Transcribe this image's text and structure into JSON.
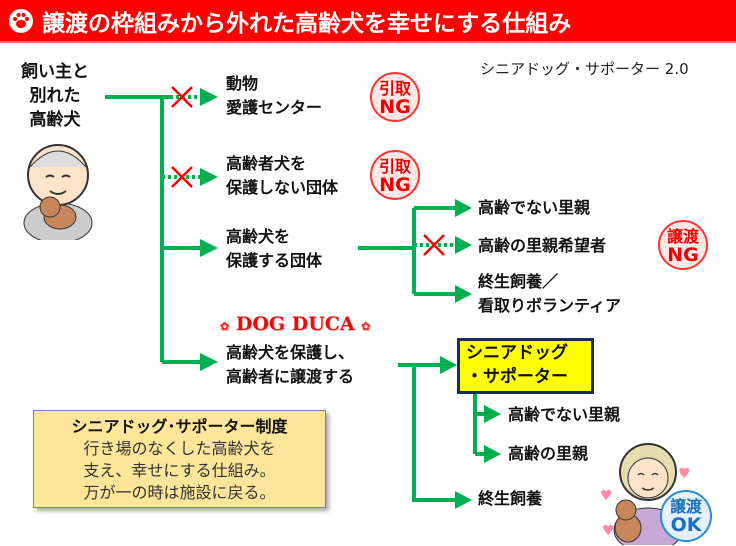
{
  "header": {
    "title": "譲渡の枠組みから外れた高齢犬を幸せにする仕組み",
    "icon": "paw-icon"
  },
  "version_label": "シニアドッグ・サポーター 2.0",
  "source": [
    "飼い主と",
    "別れた",
    "高齢犬"
  ],
  "branches": [
    {
      "lines": [
        "動物",
        "愛護センター"
      ],
      "badge": [
        "引取",
        "NG"
      ]
    },
    {
      "lines": [
        "高齢者犬を",
        "保護しない団体"
      ],
      "badge": [
        "引取",
        "NG"
      ]
    },
    {
      "lines": [
        "高齢犬を",
        "保護する団体"
      ]
    },
    {
      "lines": [
        "高齢犬を保護し、",
        "高齢者に譲渡する"
      ]
    }
  ],
  "group_outcomes": [
    "高齢でない里親",
    "高齢の里親希望者",
    "終生飼養／",
    "看取りボランティア"
  ],
  "group_badge": [
    "譲渡",
    "NG"
  ],
  "duca_label": "DOG DUCA",
  "supporter_box": [
    "シニアドッグ",
    "・サポーター"
  ],
  "supporter_outcomes": [
    "高齢でない里親",
    "高齢の里親"
  ],
  "duca_final": "終生飼養",
  "ok_badge": [
    "譲渡",
    "OK"
  ],
  "info": {
    "title": "シニアドッグ･サポーター制度",
    "lines": [
      "行き場のなくした高齢犬を",
      "支え、幸せにする仕組み。",
      "万が一の時は施設に戻る。"
    ]
  },
  "colors": {
    "header": "#ff0000",
    "arrow": "#00b050",
    "ng": "#ff0000",
    "ok": "#1a6fc0"
  }
}
